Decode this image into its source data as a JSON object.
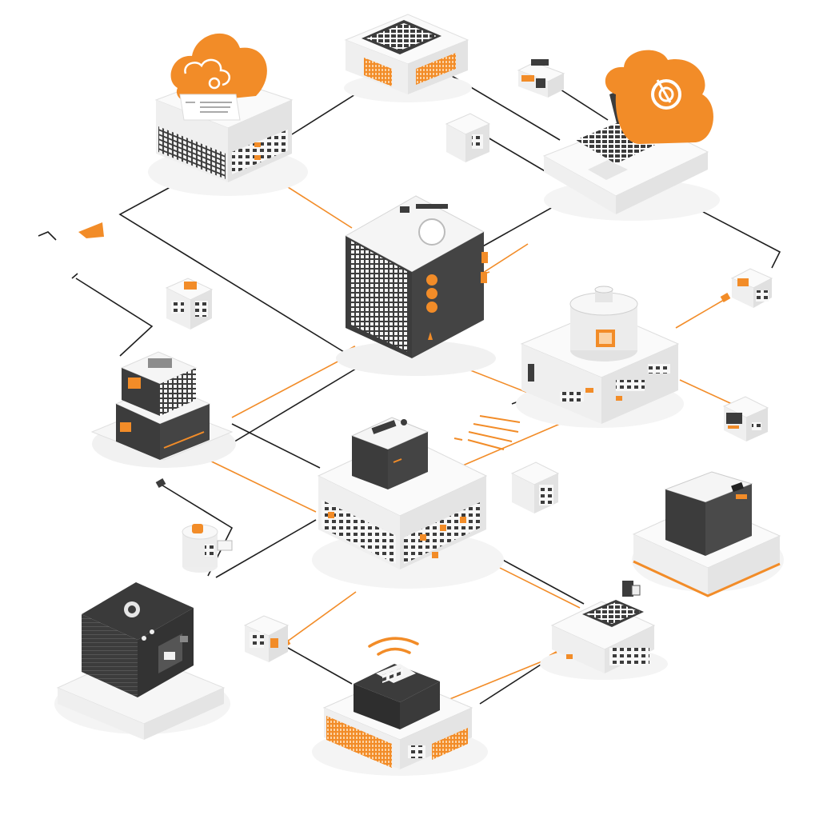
{
  "diagram": {
    "type": "isometric-network-diagram",
    "has_text": false,
    "colors": {
      "accent": "#F28C28",
      "accent_light": "#F7A84D",
      "dark": "#3C3C3C",
      "darker": "#2A2A2A",
      "light": "#F1F1F1",
      "mid": "#DCDCDC",
      "line": "#1E1E1E",
      "shadow": "#EEEEEE"
    },
    "nodes": [
      {
        "id": "cloud-server-topleft",
        "icons": [
          "cloud-icon",
          "server-icon"
        ]
      },
      {
        "id": "keyboard-device-top",
        "icons": [
          "keyboard-icon"
        ]
      },
      {
        "id": "small-module-top",
        "icons": [
          "module-icon"
        ]
      },
      {
        "id": "laptop-cloud-topright",
        "icons": [
          "laptop-icon",
          "cloud-icon",
          "target-icon"
        ]
      },
      {
        "id": "small-module-upper",
        "icons": [
          "module-icon"
        ]
      },
      {
        "id": "central-server",
        "icons": [
          "server-icon"
        ]
      },
      {
        "id": "small-connector-right",
        "icons": [
          "connector-icon"
        ]
      },
      {
        "id": "storage-tank-right",
        "icons": [
          "database-icon"
        ]
      },
      {
        "id": "small-cube-left",
        "icons": [
          "module-icon"
        ]
      },
      {
        "id": "stacked-server-left",
        "icons": [
          "server-icon"
        ]
      },
      {
        "id": "router-hub-center",
        "icons": [
          "router-icon"
        ]
      },
      {
        "id": "small-module-right",
        "icons": [
          "module-icon"
        ]
      },
      {
        "id": "small-cube-center",
        "icons": [
          "module-icon"
        ]
      },
      {
        "id": "black-box-right",
        "icons": [
          "storage-icon"
        ]
      },
      {
        "id": "cylinder-module-left",
        "icons": [
          "database-icon"
        ]
      },
      {
        "id": "keyboard-terminal-right",
        "icons": [
          "keyboard-icon"
        ]
      },
      {
        "id": "black-cube-bottomleft",
        "icons": [
          "server-icon"
        ]
      },
      {
        "id": "small-connector-bottom",
        "icons": [
          "connector-icon"
        ]
      },
      {
        "id": "wifi-hub-bottom",
        "icons": [
          "wifi-icon"
        ]
      }
    ]
  }
}
